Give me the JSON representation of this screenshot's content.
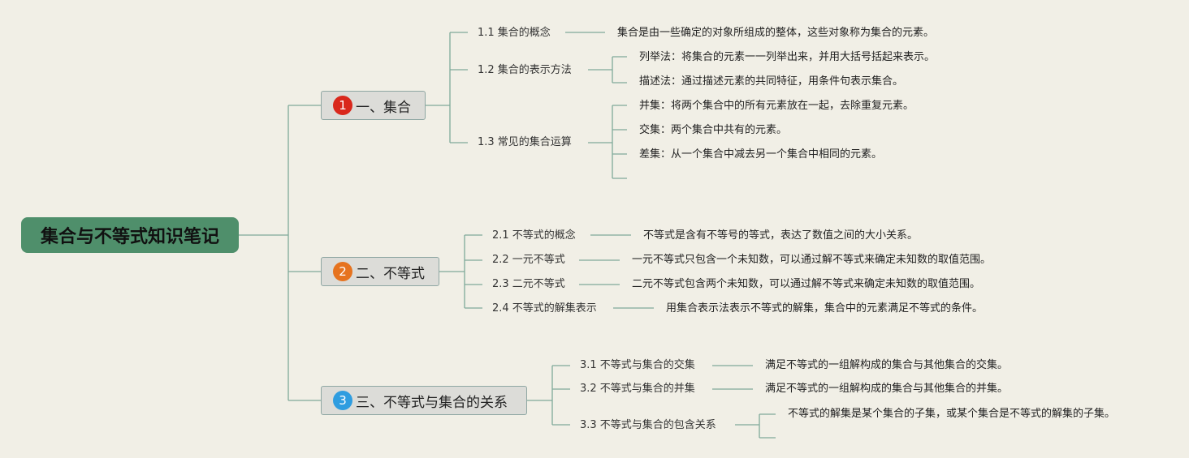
{
  "colors": {
    "background": "#f1efe6",
    "root_fill": "#4f8f6b",
    "branch_fill": "#dcdcd8",
    "connector": "#7fa99a",
    "badge1": "#d9281c",
    "badge2": "#e6731f",
    "badge3": "#2f9de0"
  },
  "root": {
    "title": "集合与不等式知识笔记"
  },
  "branch1": {
    "num": "1",
    "label": "一、集合",
    "sub1": {
      "label": "1.1 集合的概念",
      "leaf": "集合是由一些确定的对象所组成的整体，这些对象称为集合的元素。"
    },
    "sub2": {
      "label": "1.2 集合的表示方法",
      "leaf1": "列举法：将集合的元素一一列举出来，并用大括号括起来表示。",
      "leaf2": "描述法：通过描述元素的共同特征，用条件句表示集合。"
    },
    "sub3": {
      "label": "1.3 常见的集合运算",
      "leaf1": "并集：将两个集合中的所有元素放在一起，去除重复元素。",
      "leaf2": "交集：两个集合中共有的元素。",
      "leaf3": "差集：从一个集合中减去另一个集合中相同的元素。"
    }
  },
  "branch2": {
    "num": "2",
    "label": "二、不等式",
    "sub1": {
      "label": "2.1 不等式的概念",
      "leaf": "不等式是含有不等号的等式，表达了数值之间的大小关系。"
    },
    "sub2": {
      "label": "2.2 一元不等式",
      "leaf": "一元不等式只包含一个未知数，可以通过解不等式来确定未知数的取值范围。"
    },
    "sub3": {
      "label": "2.3 二元不等式",
      "leaf": "二元不等式包含两个未知数，可以通过解不等式来确定未知数的取值范围。"
    },
    "sub4": {
      "label": "2.4 不等式的解集表示",
      "leaf": "用集合表示法表示不等式的解集，集合中的元素满足不等式的条件。"
    }
  },
  "branch3": {
    "num": "3",
    "label": "三、不等式与集合的关系",
    "sub1": {
      "label": "3.1 不等式与集合的交集",
      "leaf": "满足不等式的一组解构成的集合与其他集合的交集。"
    },
    "sub2": {
      "label": "3.2 不等式与集合的并集",
      "leaf": "满足不等式的一组解构成的集合与其他集合的并集。"
    },
    "sub3": {
      "label": "3.3 不等式与集合的包含关系",
      "leaf": "不等式的解集是某个集合的子集，或某个集合是不等式的解集的子集。"
    }
  }
}
